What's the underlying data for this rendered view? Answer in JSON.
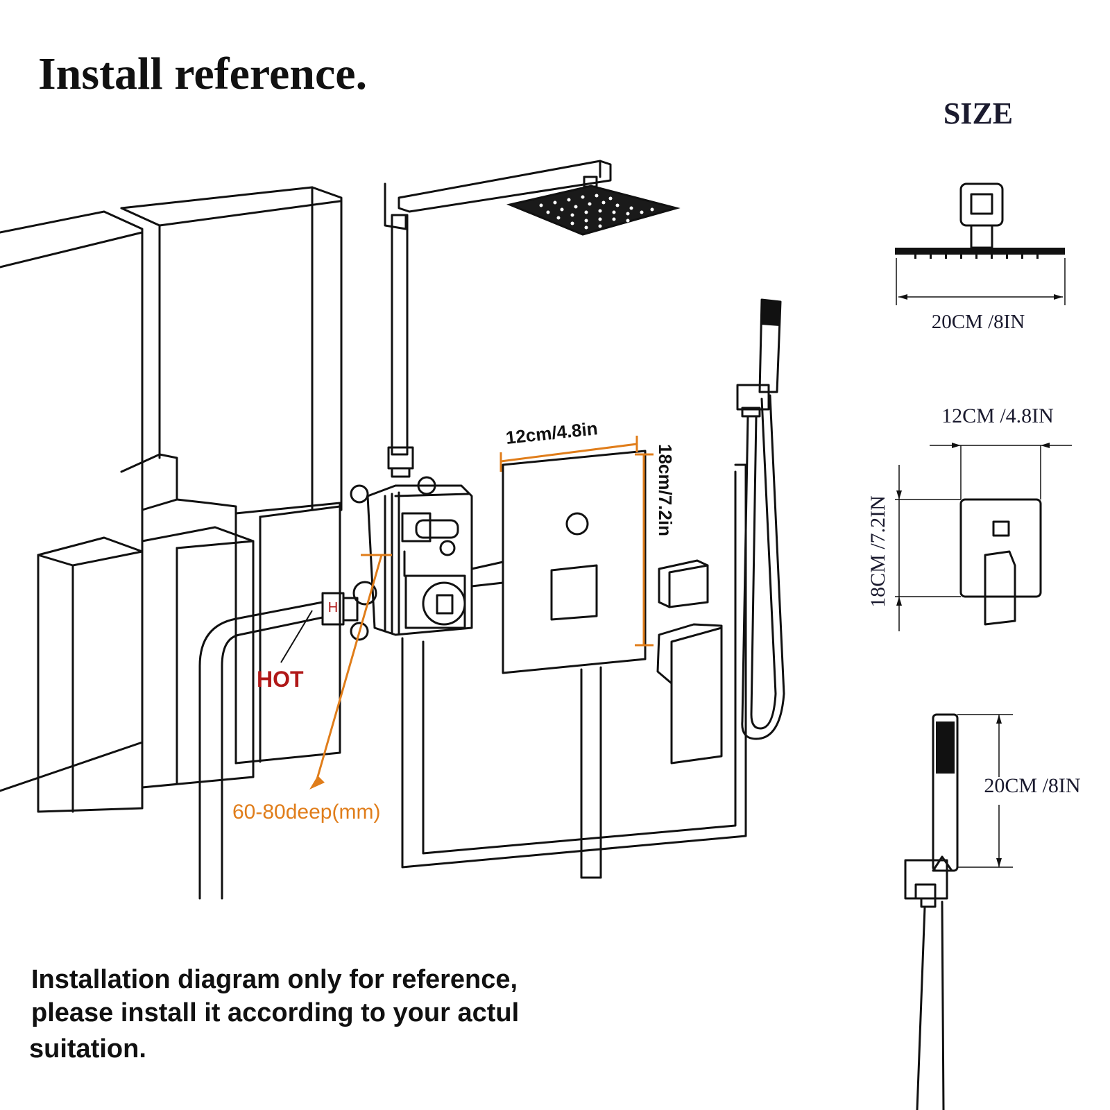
{
  "title": "Install reference.",
  "size_heading": "SIZE",
  "install": {
    "panel_width": "12cm/4.8in",
    "panel_height": "18cm/7.2in",
    "hot_label": "HOT",
    "valve_marker": "H",
    "depth_label": "60-80deep(mm)"
  },
  "sizes": {
    "rain_head_width": "20CM /8IN",
    "panel_width": "12CM /4.8IN",
    "panel_height": "18CM /7.2IN",
    "hand_shower_length": "20CM /8IN"
  },
  "disclaimer": {
    "line1": "Installation diagram only for reference,",
    "line2": "please install it according to your actul",
    "line3": "suitation."
  },
  "colors": {
    "ink": "#111111",
    "accent": "#e07d1a",
    "hot": "#b01818"
  }
}
